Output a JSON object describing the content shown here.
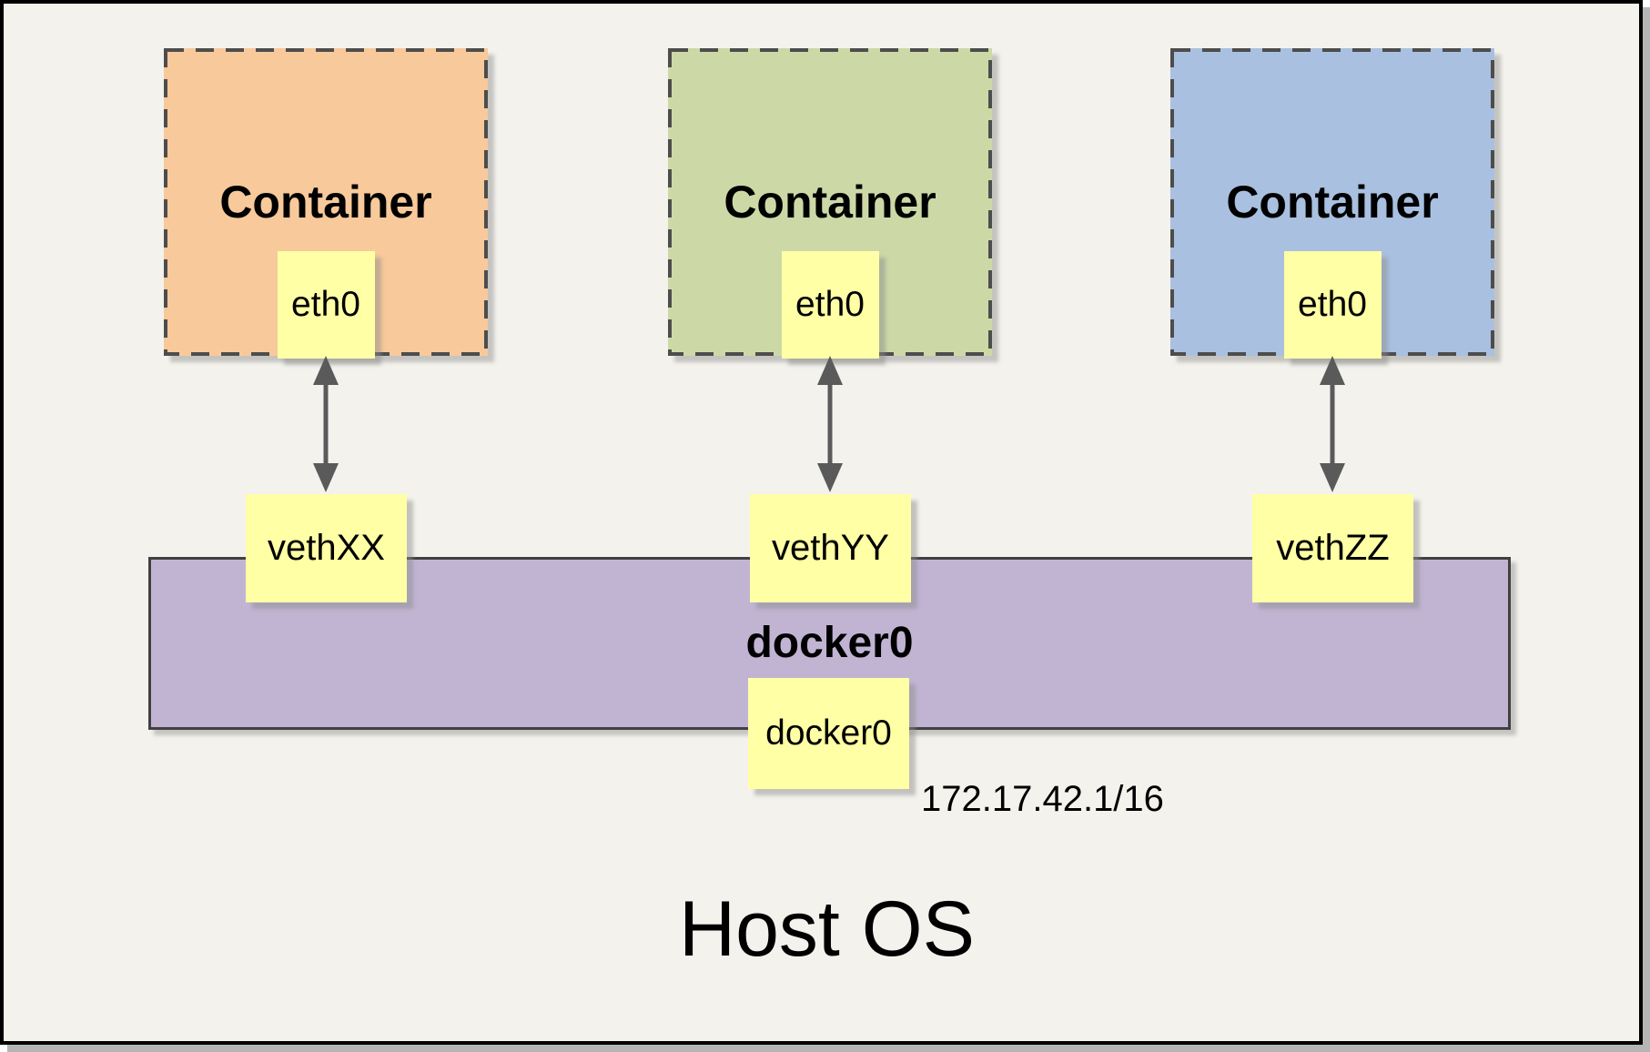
{
  "diagram": {
    "containers": [
      {
        "label": "Container",
        "interface_label": "eth0",
        "veth_label": "vethXX",
        "fill": "#f8c99a"
      },
      {
        "label": "Container",
        "interface_label": "eth0",
        "veth_label": "vethYY",
        "fill": "#ccd9a7"
      },
      {
        "label": "Container",
        "interface_label": "eth0",
        "veth_label": "vethZZ",
        "fill": "#a9c0e0"
      }
    ],
    "bridge": {
      "label": "docker0",
      "interface_label": "docker0",
      "ip_address": "172.17.42.1/16",
      "fill": "#c1b4d3"
    },
    "host": {
      "label": "Host OS"
    },
    "colors": {
      "page_background": "#f4f2ec",
      "frame_border": "#000000",
      "frame_shadow": "#b5b5b5",
      "note_yellow": "#ffffa5",
      "dashed_border": "#4d4d4d",
      "bridge_border": "#404040",
      "arrow": "#5a5a5a",
      "text": "#000000"
    }
  }
}
